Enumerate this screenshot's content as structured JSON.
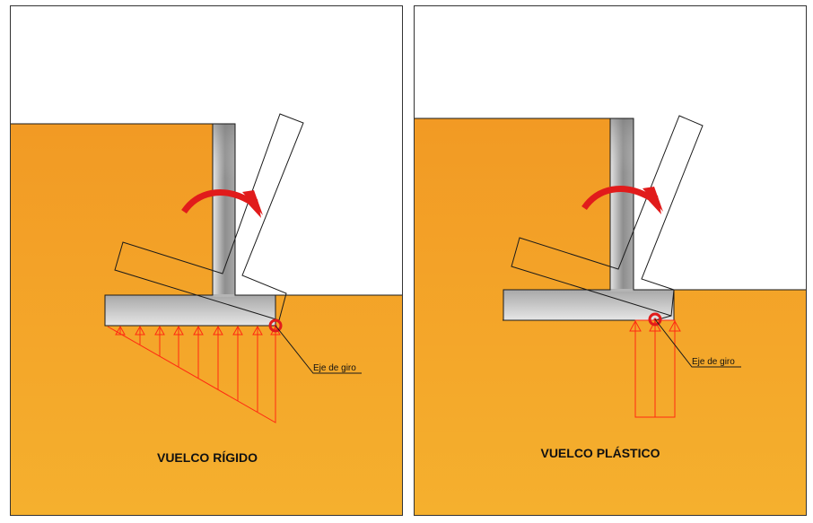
{
  "colors": {
    "soil_light": "#f3a52e",
    "soil_dark": "#f09a22",
    "wall_light": "#e0e0e0",
    "wall_dark": "#8c8c8c",
    "arrow_red": "#e11b1b",
    "pressure_red": "#ff2a12",
    "line": "#1a1a1a"
  },
  "panels": [
    {
      "title": "VUELCO RÍGIDO",
      "pivot_label": "Eje de giro",
      "pressure_distribution": "triangular"
    },
    {
      "title": "VUELCO PLÁSTICO",
      "pivot_label": "Eje de giro",
      "pressure_distribution": "rectangular"
    }
  ],
  "icons": {
    "rotation": "curved-rotation-arrow-icon",
    "pivot": "pivot-circle-icon"
  }
}
